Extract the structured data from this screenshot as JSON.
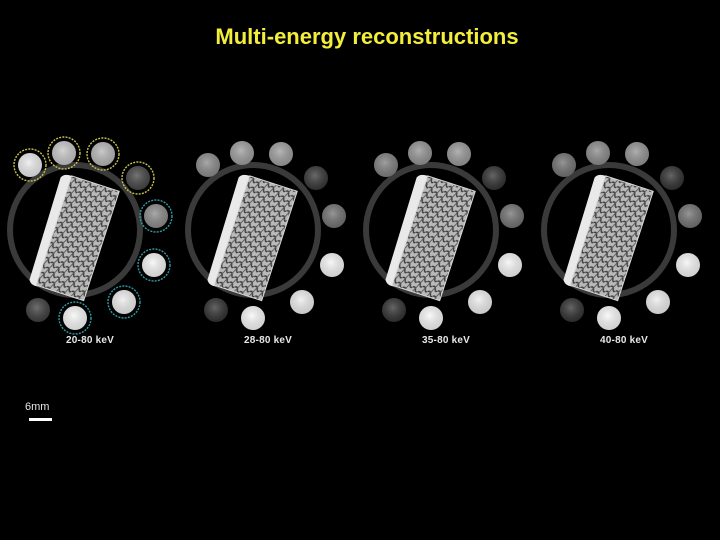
{
  "title": "Multi-energy reconstructions",
  "colors": {
    "title": "#f3ee3a",
    "background": "#000000",
    "highlight_yellow": "#c9c24a",
    "highlight_teal": "#2f9aa6"
  },
  "panels": [
    {
      "label": "20-80 keV",
      "highlights": true,
      "vials": [
        {
          "id": "v1",
          "gray": 0.92,
          "ring": "yellow"
        },
        {
          "id": "v2",
          "gray": 0.78,
          "ring": "yellow"
        },
        {
          "id": "v3",
          "gray": 0.72,
          "ring": "yellow"
        },
        {
          "id": "v4",
          "gray": 0.28,
          "ring": "yellow"
        },
        {
          "id": "v5",
          "gray": 0.55,
          "ring": "teal"
        },
        {
          "id": "v6",
          "gray": 0.96,
          "ring": "teal"
        },
        {
          "id": "v7",
          "gray": 0.93,
          "ring": "teal"
        },
        {
          "id": "v8",
          "gray": 0.97,
          "ring": "teal"
        },
        {
          "id": "v9",
          "gray": 0.25,
          "ring": "none"
        }
      ]
    },
    {
      "label": "28-80 keV",
      "highlights": false,
      "vials": [
        {
          "id": "v1",
          "gray": 0.55
        },
        {
          "id": "v2",
          "gray": 0.62
        },
        {
          "id": "v3",
          "gray": 0.62
        },
        {
          "id": "v4",
          "gray": 0.22
        },
        {
          "id": "v5",
          "gray": 0.45
        },
        {
          "id": "v6",
          "gray": 0.96
        },
        {
          "id": "v7",
          "gray": 0.93
        },
        {
          "id": "v8",
          "gray": 0.97
        },
        {
          "id": "v9",
          "gray": 0.2
        }
      ]
    },
    {
      "label": "35-80 keV",
      "highlights": false,
      "vials": [
        {
          "id": "v1",
          "gray": 0.5
        },
        {
          "id": "v2",
          "gray": 0.58
        },
        {
          "id": "v3",
          "gray": 0.6
        },
        {
          "id": "v4",
          "gray": 0.2
        },
        {
          "id": "v5",
          "gray": 0.45
        },
        {
          "id": "v6",
          "gray": 0.96
        },
        {
          "id": "v7",
          "gray": 0.93
        },
        {
          "id": "v8",
          "gray": 0.97
        },
        {
          "id": "v9",
          "gray": 0.2
        }
      ]
    },
    {
      "label": "40-80 keV",
      "highlights": false,
      "vials": [
        {
          "id": "v1",
          "gray": 0.45
        },
        {
          "id": "v2",
          "gray": 0.55
        },
        {
          "id": "v3",
          "gray": 0.58
        },
        {
          "id": "v4",
          "gray": 0.2
        },
        {
          "id": "v5",
          "gray": 0.45
        },
        {
          "id": "v6",
          "gray": 0.96
        },
        {
          "id": "v7",
          "gray": 0.93
        },
        {
          "id": "v8",
          "gray": 0.97
        },
        {
          "id": "v9",
          "gray": 0.2
        }
      ]
    }
  ],
  "scale_bar": {
    "label": "6mm"
  }
}
